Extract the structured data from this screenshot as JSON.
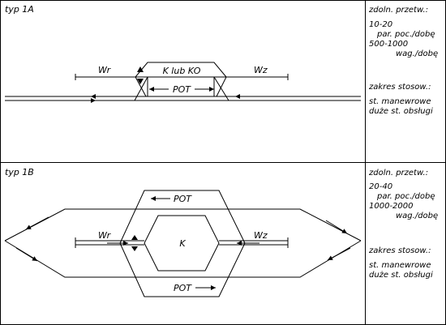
{
  "panels": [
    {
      "title": "typ 1A",
      "labels": {
        "wr": "Wr",
        "wz": "Wz",
        "center": "K lub KO",
        "pot": "POT"
      },
      "capacity": {
        "heading": "zdoln. przetw.:",
        "pairs_value": "10-20",
        "pairs_unit": "par. poc./dobę",
        "wagons_value": "500-1000",
        "wagons_unit": "wag./dobę"
      },
      "scope": {
        "heading": "zakres stosow.:",
        "line1": "st. manewrowe",
        "line2": "duże st. obsługi"
      }
    },
    {
      "title": "typ 1B",
      "labels": {
        "wr": "Wr",
        "wz": "Wz",
        "center": "K",
        "pot_top": "POT",
        "pot_bottom": "POT"
      },
      "capacity": {
        "heading": "zdoln. przetw.:",
        "pairs_value": "20-40",
        "pairs_unit": "par. poc./dobę",
        "wagons_value": "1000-2000",
        "wagons_unit": "wag./dobę"
      },
      "scope": {
        "heading": "zakres stosow.:",
        "line1": "st. manewrowe",
        "line2": "duże st. obsługi"
      }
    }
  ]
}
